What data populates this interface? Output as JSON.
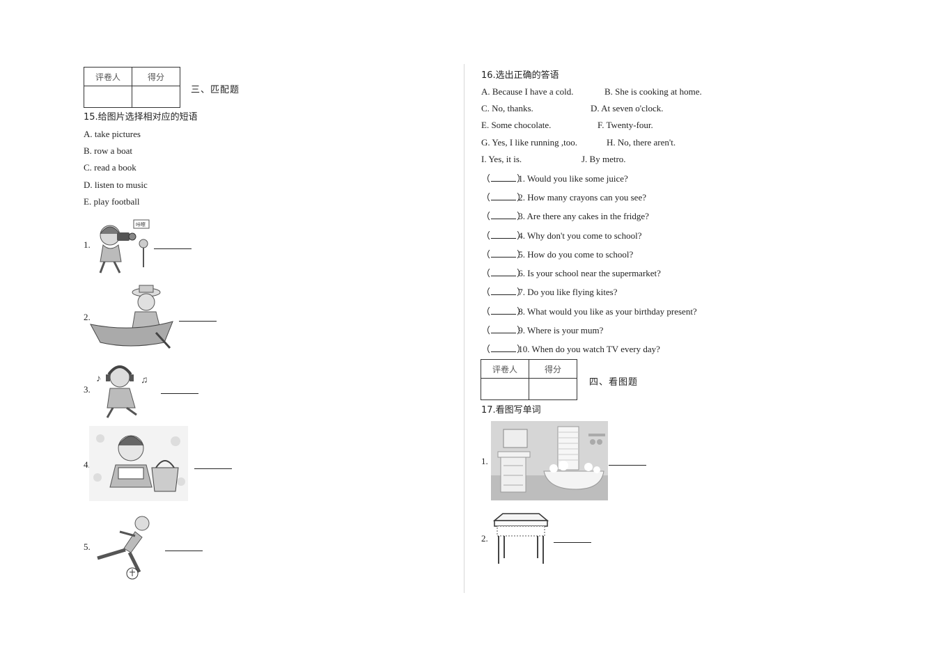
{
  "score_box": {
    "grader": "评卷人",
    "score": "得分"
  },
  "section3": {
    "title": "三、匹配题",
    "q15_title": "15.给图片选择相对应的短语",
    "options": [
      "A. take pictures",
      "B. row a boat",
      "C. read a book",
      "D. listen to music",
      "E. play football"
    ],
    "items": [
      "1.",
      "2.",
      "3.",
      "4.",
      "5."
    ]
  },
  "section3b": {
    "q16_title": "16.选出正确的答语",
    "options": [
      [
        "A. Because I have a cold.",
        "B. She is cooking at home."
      ],
      [
        "C. No, thanks.",
        "D. At seven o'clock."
      ],
      [
        "E. Some chocolate.",
        "F. Twenty-four."
      ],
      [
        "G. Yes, I like running ,too.",
        "H. No, there aren't."
      ],
      [
        "I. Yes, it is.",
        "J. By metro."
      ]
    ],
    "questions": [
      "1. Would you like some juice?",
      "2. How many crayons can you see?",
      "3. Are there any cakes in the fridge?",
      "4. Why don't you come to school?",
      "5. How do you come to school?",
      "6. Is your school near the supermarket?",
      "7. Do you like flying kites?",
      "8. What would you like as your birthday present?",
      "9. Where is your mum?",
      "10. When do you watch TV every day?"
    ],
    "paren_open": "（",
    "paren_close": "）"
  },
  "section4": {
    "title": "四、看图题",
    "q17_title": "17.看图写单词",
    "items": [
      "1.",
      "2."
    ]
  },
  "speech_bubble": "咔嚓"
}
